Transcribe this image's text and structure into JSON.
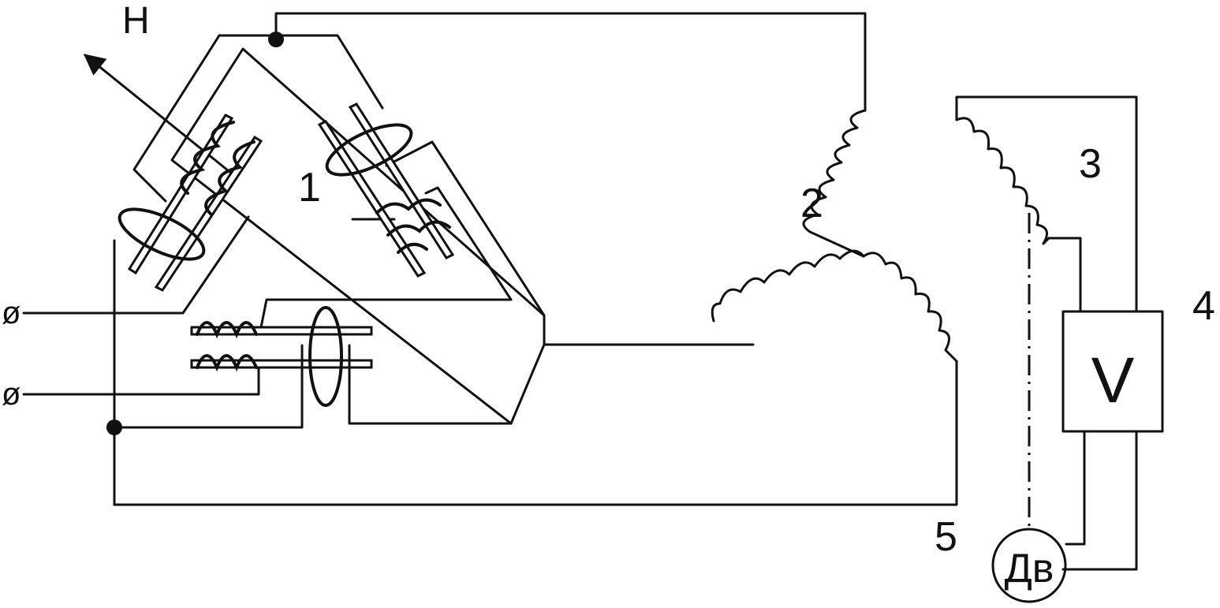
{
  "labels": {
    "field_vector": "Н",
    "sensor": "1",
    "winding_2": "2",
    "winding_3": "3",
    "voltmeter_ref": "4",
    "wire_5": "5",
    "voltmeter": "V",
    "motor": "Дв",
    "terminal_top": "ø",
    "terminal_bottom": "ø"
  }
}
